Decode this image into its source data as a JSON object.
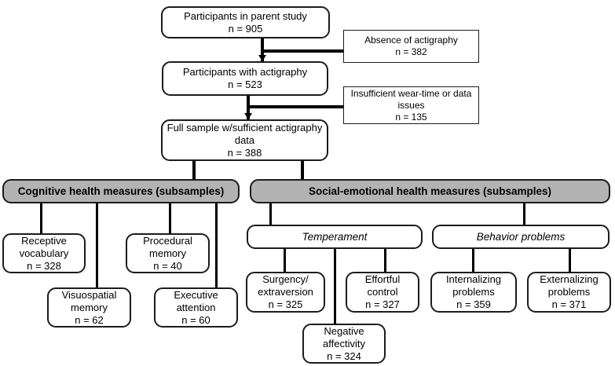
{
  "nodes": {
    "parent_study": {
      "label": "Participants in parent study",
      "n": "n = 905"
    },
    "absence": {
      "label": "Absence of actigraphy",
      "n": "n = 382"
    },
    "with_actigraphy": {
      "label": "Participants with actigraphy",
      "n": "n = 523"
    },
    "insufficient": {
      "label": "Insufficient wear-time or data issues",
      "n": "n = 135"
    },
    "full_sample": {
      "label": "Full sample w/sufficient actigraphy data",
      "n": "n = 388"
    },
    "cognitive_header": {
      "label": "Cognitive health measures (subsamples)"
    },
    "social_header": {
      "label": "Social-emotional health measures (subsamples)"
    },
    "receptive": {
      "label": "Receptive vocabulary",
      "n": "n = 328"
    },
    "procedural": {
      "label": "Procedural memory",
      "n": "n = 40"
    },
    "visuospatial": {
      "label": "Visuospatial memory",
      "n": "n = 62"
    },
    "executive": {
      "label": "Executive attention",
      "n": "n = 60"
    },
    "temperament_header": {
      "label": "Temperament"
    },
    "behavior_header": {
      "label": "Behavior problems"
    },
    "surgency": {
      "label": "Surgency/ extraversion",
      "n": "n = 325"
    },
    "effortful": {
      "label": "Effortful control",
      "n": "n = 327"
    },
    "negative": {
      "label": "Negative affectivity",
      "n": "n = 324"
    },
    "internalizing": {
      "label": "Internalizing problems",
      "n": "n = 359"
    },
    "externalizing": {
      "label": "Externalizing problems",
      "n": "n = 371"
    }
  },
  "colors": {
    "header_fill": "#b3b3b3",
    "line": "#000000",
    "box_background": "#ffffff",
    "border": "#1c1c1c"
  }
}
